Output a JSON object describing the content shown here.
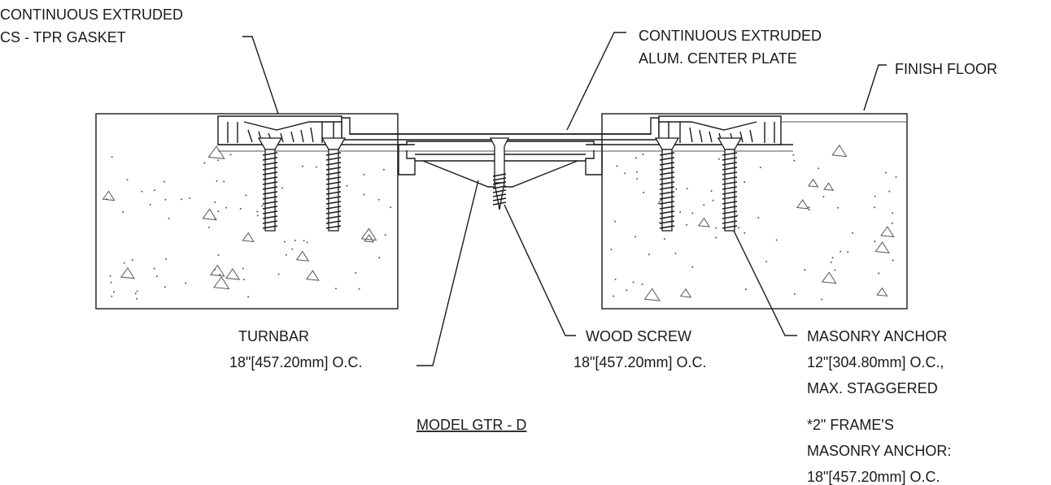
{
  "labels": {
    "gasket_line1": "CONTINUOUS EXTRUDED",
    "gasket_line2": "CS - TPR GASKET",
    "plate_line1": "CONTINUOUS EXTRUDED",
    "plate_line2": "ALUM. CENTER PLATE",
    "finish_floor": "FINISH FLOOR",
    "turnbar_line1": "TURNBAR",
    "turnbar_line2": "18\"[457.20mm] O.C.",
    "screw_line1": "WOOD SCREW",
    "screw_line2": "18\"[457.20mm] O.C.",
    "anchor_line1": "MASONRY ANCHOR",
    "anchor_line2": "12\"[304.80mm] O.C.,",
    "anchor_line3": "MAX. STAGGERED",
    "model": "MODEL GTR - D",
    "note_line1": "*2\" FRAME'S",
    "note_line2": "MASONRY ANCHOR:",
    "note_line3": "18\"[457.20mm] O.C."
  }
}
